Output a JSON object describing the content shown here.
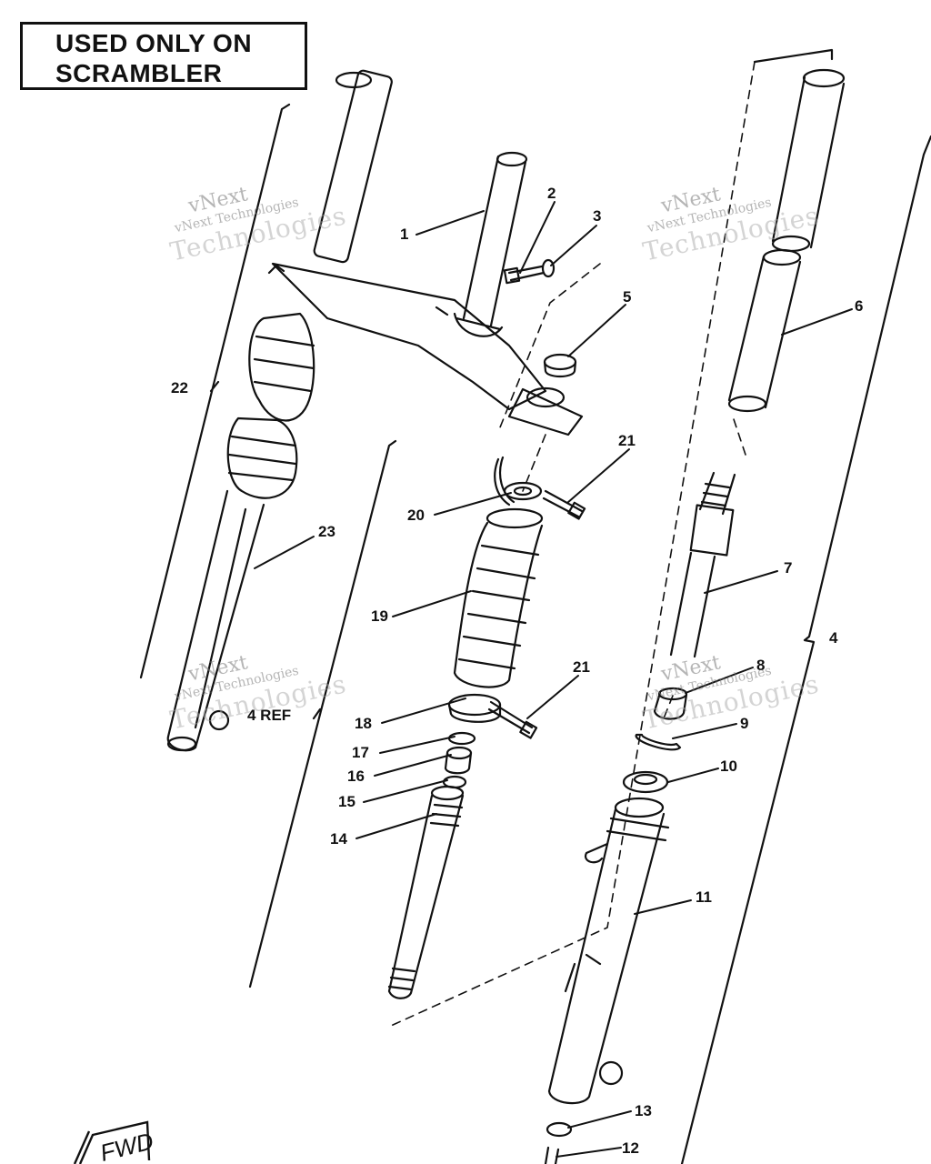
{
  "title": {
    "line1": "USED ONLY ON",
    "line2": "SCRAMBLER"
  },
  "callouts": [
    {
      "id": "c1",
      "text": "1"
    },
    {
      "id": "c2",
      "text": "2"
    },
    {
      "id": "c3",
      "text": "3"
    },
    {
      "id": "c4",
      "text": "4"
    },
    {
      "id": "c5",
      "text": "5"
    },
    {
      "id": "c6",
      "text": "6"
    },
    {
      "id": "c7",
      "text": "7"
    },
    {
      "id": "c8",
      "text": "8"
    },
    {
      "id": "c9",
      "text": "9"
    },
    {
      "id": "c10",
      "text": "10"
    },
    {
      "id": "c11",
      "text": "11"
    },
    {
      "id": "c12",
      "text": "12"
    },
    {
      "id": "c13",
      "text": "13"
    },
    {
      "id": "c14",
      "text": "14"
    },
    {
      "id": "c15",
      "text": "15"
    },
    {
      "id": "c16",
      "text": "16"
    },
    {
      "id": "c17",
      "text": "17"
    },
    {
      "id": "c18",
      "text": "18"
    },
    {
      "id": "c19",
      "text": "19"
    },
    {
      "id": "c20",
      "text": "20"
    },
    {
      "id": "c21a",
      "text": "21"
    },
    {
      "id": "c21b",
      "text": "21"
    },
    {
      "id": "c22",
      "text": "22"
    },
    {
      "id": "c23",
      "text": "23"
    },
    {
      "id": "c4ref",
      "text": "4 REF"
    }
  ],
  "direction_label": "FWD",
  "watermark": {
    "line_a": "vNext",
    "line_b": "vNext Technologies",
    "line_c": "Technologies"
  },
  "colors": {
    "ink": "#111111",
    "paper": "#ffffff",
    "watermark": "#9a9a9a"
  }
}
